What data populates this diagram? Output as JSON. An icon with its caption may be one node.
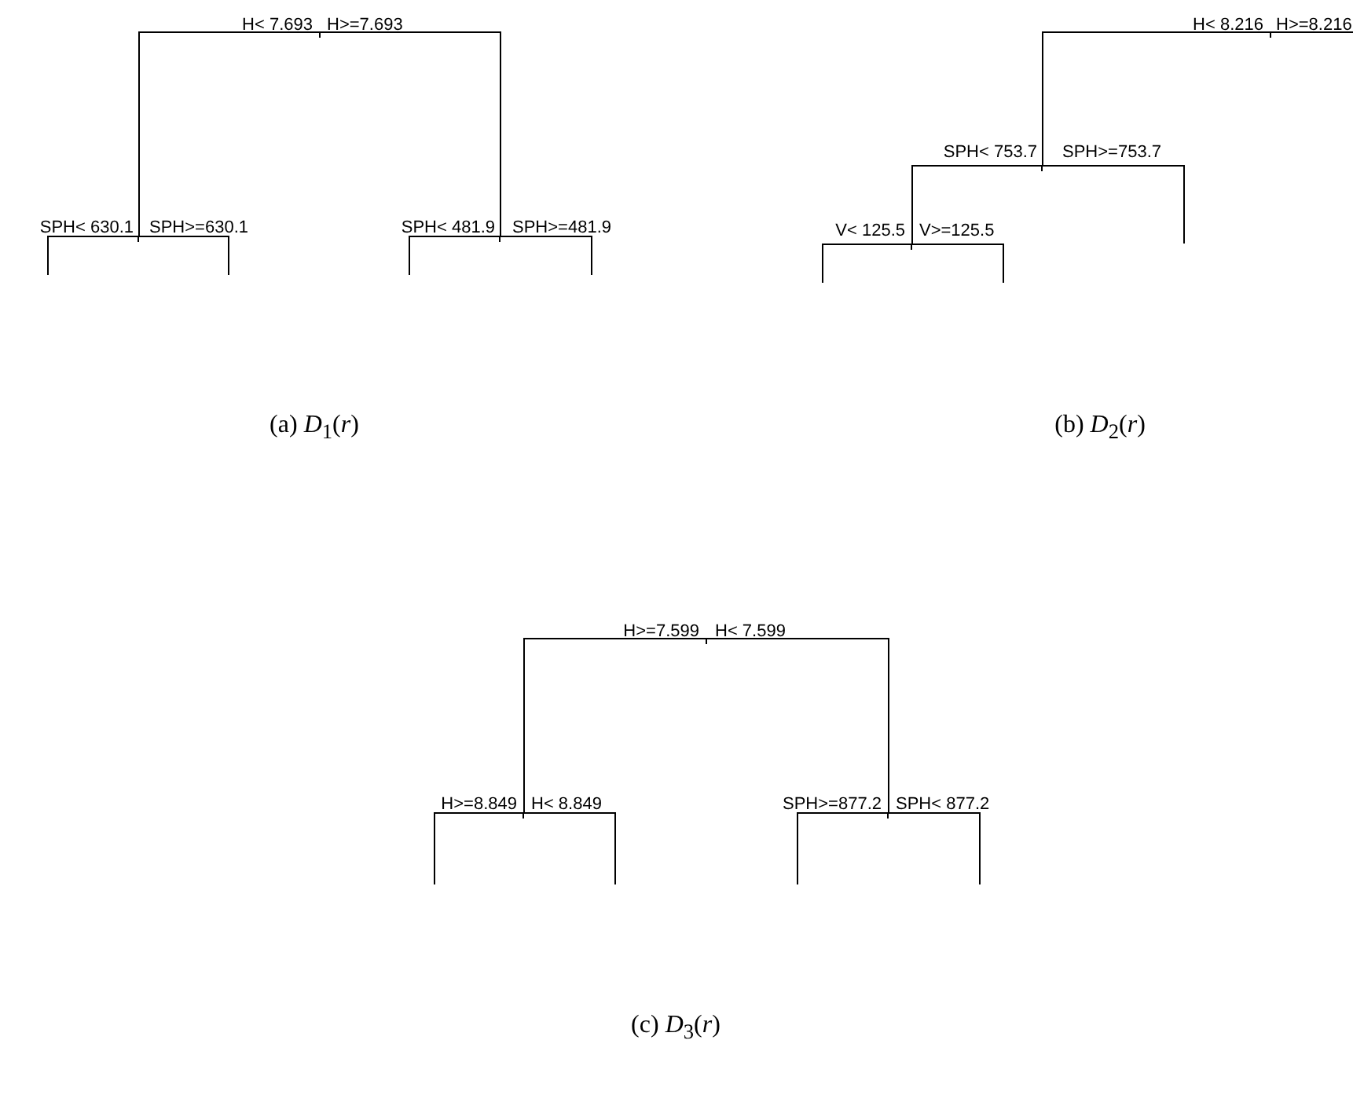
{
  "diagram": {
    "labels": [
      "H< 7.693",
      "H>=7.693",
      "SPH< 630.1",
      "SPH>=630.1",
      "SPH< 481.9",
      "SPH>=481.9",
      "H< 8.216",
      "H>=8.216",
      "SPH< 753.7",
      "SPH>=753.7",
      "V< 125.5",
      "V>=125.5",
      "(a) *D*$_{1}$(*r*)",
      "(b) *D*$_{2}$(*r*)",
      "H>=7.599",
      "H< 7.599",
      "H>=8.849",
      "H< 8.849",
      "SPH>=877.2",
      "SPH< 877.2",
      "(c) *D*$_{3}$(*r*)"
    ]
  }
}
